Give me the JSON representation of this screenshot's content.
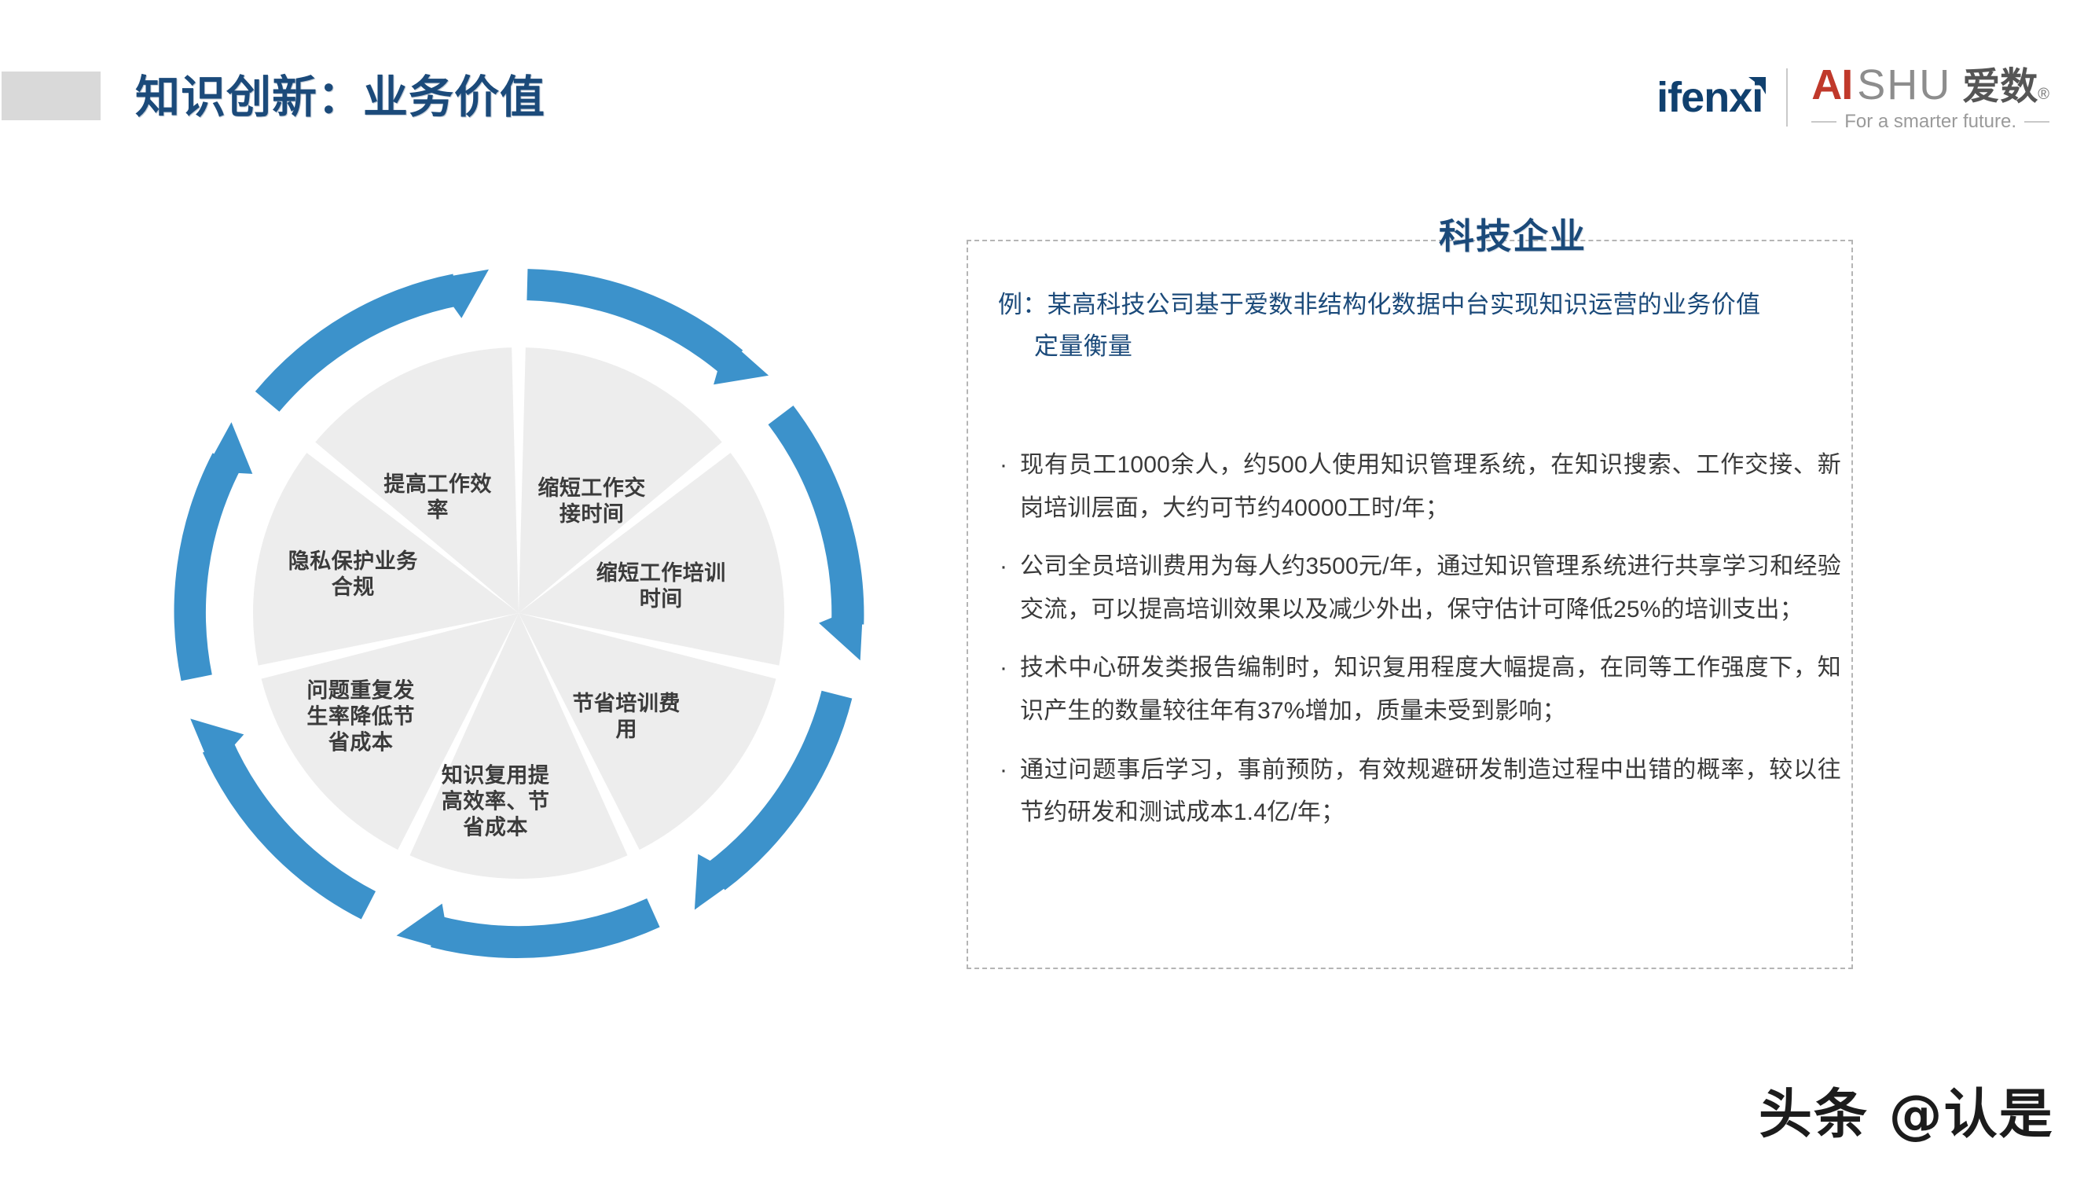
{
  "header": {
    "title": "知识创新：业务价值",
    "accent_color": "#1b4a7a",
    "swatch_color": "#d9d9d9"
  },
  "logos": {
    "ifenxi": "ifenxi",
    "aishu_ai": "AI",
    "aishu_shu": "SHU",
    "aishu_cn": "爱数",
    "aishu_reg": "®",
    "aishu_tagline": "For a smarter future."
  },
  "cycle": {
    "accent_color": "#3c92cb",
    "segment_fill": "#ededed",
    "segments": [
      {
        "label": "缩短工作交\n接时间"
      },
      {
        "label": "缩短工作培训\n时间"
      },
      {
        "label": "节省培训费\n用"
      },
      {
        "label": "知识复用提\n高效率、节\n省成本"
      },
      {
        "label": "问题重复发\n生率降低节\n省成本"
      },
      {
        "label": "隐私保护业务\n合规"
      },
      {
        "label": "提高工作效\n率"
      }
    ]
  },
  "panel": {
    "title": "科技企业",
    "intro_line1": "例：某高科技公司基于爱数非结构化数据中台实现知识运营的业务价值",
    "intro_line2": "定量衡量",
    "bullet_marker": "·",
    "bullets": [
      "现有员工1000余人，约500人使用知识管理系统，在知识搜索、工作交接、新岗培训层面，大约可节约40000工时/年；",
      "公司全员培训费用为每人约3500元/年，通过知识管理系统进行共享学习和经验交流，可以提高培训效果以及减少外出，保守估计可降低25%的培训支出；",
      "技术中心研发类报告编制时，知识复用程度大幅提高，在同等工作强度下，知识产生的数量较往年有37%增加，质量未受到影响；",
      "通过问题事后学习，事前预防，有效规避研发制造过程中出错的概率，较以往节约研发和测试成本1.4亿/年；"
    ]
  },
  "watermark": {
    "text": "头条 @认是"
  }
}
